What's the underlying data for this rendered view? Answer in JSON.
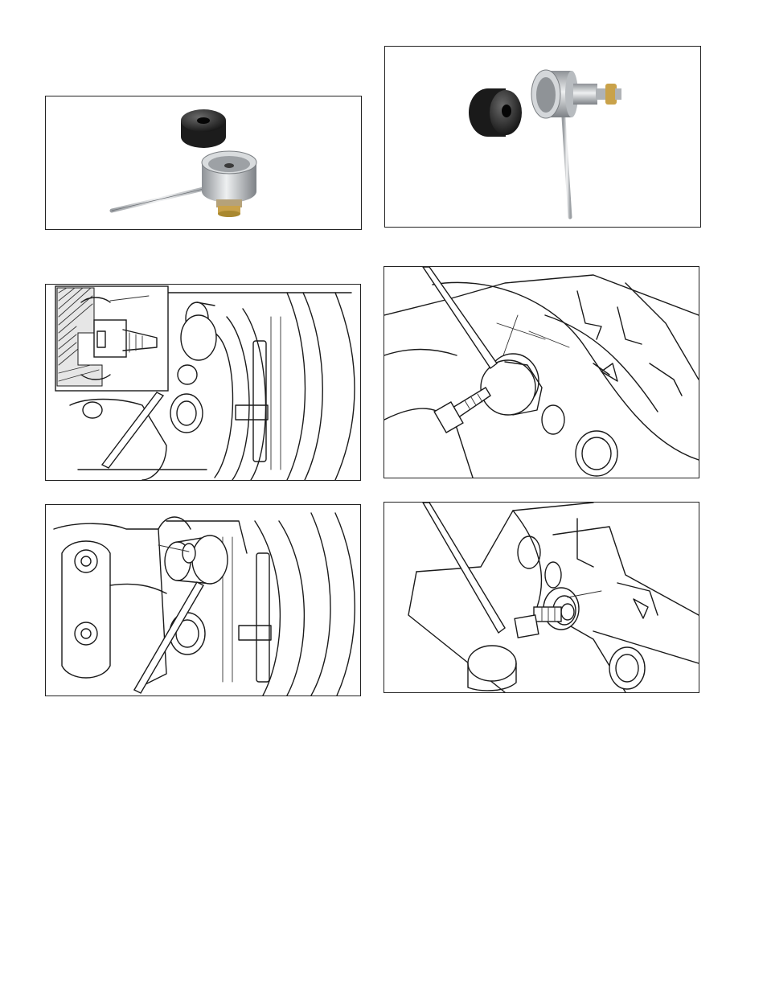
{
  "page": {
    "figures": [
      {
        "id": "fig-1",
        "kind": "photo",
        "subject": "tool-disc-and-cup-handle"
      },
      {
        "id": "fig-2",
        "kind": "photo",
        "subject": "tool-disc-and-cup-threaded"
      },
      {
        "id": "fig-3",
        "kind": "line-drawing",
        "subject": "caliper-with-cutaway-inset"
      },
      {
        "id": "fig-4",
        "kind": "line-drawing",
        "subject": "caliper-piston-tool-closeup"
      },
      {
        "id": "fig-5",
        "kind": "line-drawing",
        "subject": "caliper-tool-installed"
      },
      {
        "id": "fig-6",
        "kind": "line-drawing",
        "subject": "caliper-bore-seal-closeup"
      }
    ],
    "colors": {
      "metal": "#c9cccf",
      "rubber": "#2a2a2a",
      "brass": "#c9a24a",
      "ink": "#1a1a1a"
    }
  }
}
